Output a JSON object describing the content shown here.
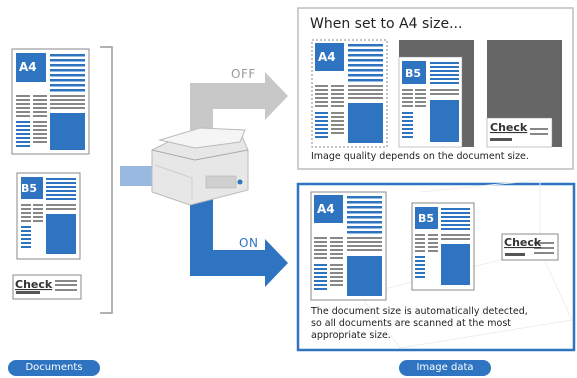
{
  "documents_label": "Documents",
  "image_data_label": "Image data",
  "arrows": {
    "off": "OFF",
    "on": "ON"
  },
  "top_panel": {
    "title": "When set to A4 size...",
    "caption": "Image quality depends on the document size."
  },
  "bottom_panel": {
    "caption_line1": "The document size is automatically detected,",
    "caption_line2": "so all documents are scanned at the most",
    "caption_line3": "appropriate size."
  },
  "doc_labels": {
    "a4": "A4",
    "b5": "B5",
    "check": "Check"
  },
  "colors": {
    "blue": "#2f74c0",
    "gray_arrow": "#c8c8c8",
    "dark_gray": "#666666"
  }
}
